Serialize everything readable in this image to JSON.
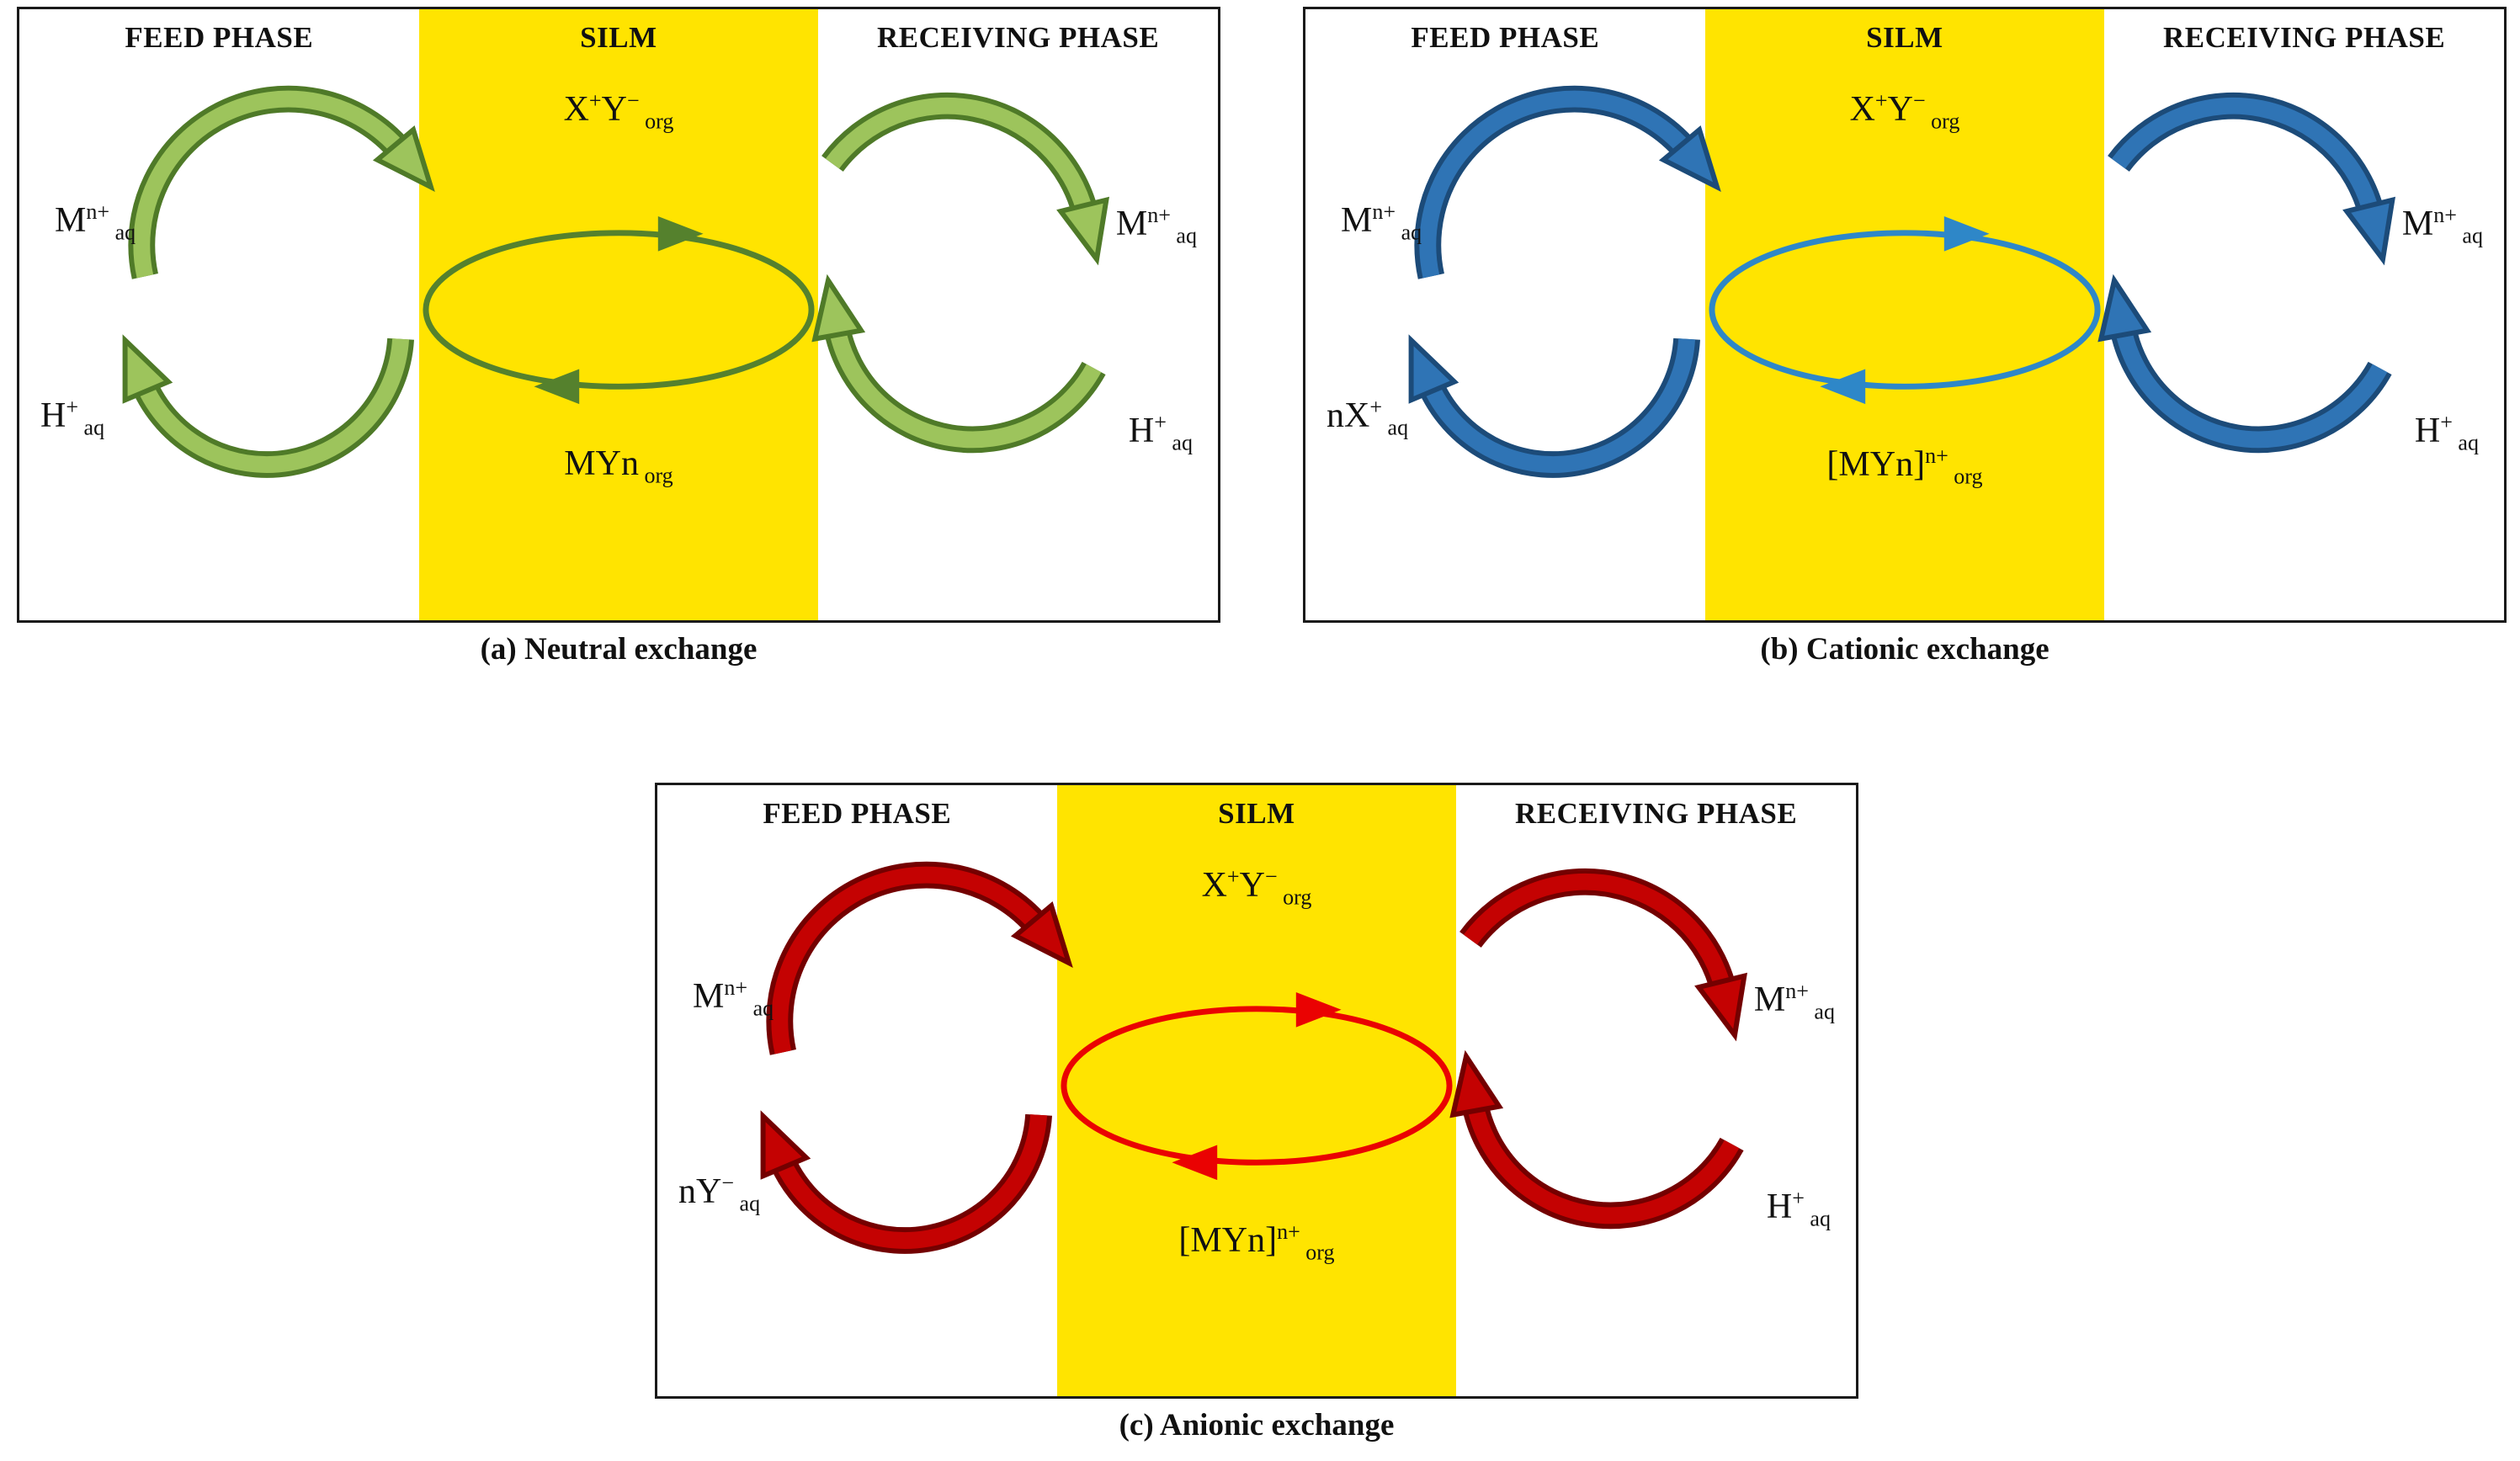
{
  "panels": [
    {
      "caption": "(a) Neutral exchange",
      "headers": {
        "feed": "FEED PHASE",
        "membrane": "SILM",
        "receiving": "RECEIVING PHASE"
      },
      "labels": {
        "carrier": [
          {
            "t": "X"
          },
          {
            "t": "+",
            "s": "sup"
          },
          {
            "t": "Y"
          },
          {
            "t": "−",
            "s": "sup"
          },
          {
            "t": " org",
            "s": "sub"
          }
        ],
        "complex": [
          {
            "t": "MYn"
          },
          {
            "t": " org",
            "s": "sub"
          }
        ],
        "feed_top": [
          {
            "t": "M"
          },
          {
            "t": "n+",
            "s": "sup"
          },
          {
            "t": " aq",
            "s": "sub"
          }
        ],
        "feed_bottom": [
          {
            "t": "H"
          },
          {
            "t": "+",
            "s": "sup"
          },
          {
            "t": " aq",
            "s": "sub"
          }
        ],
        "receiving_top": [
          {
            "t": "M"
          },
          {
            "t": "n+",
            "s": "sup"
          },
          {
            "t": " aq",
            "s": "sub"
          }
        ],
        "receiving_bottom": [
          {
            "t": "H"
          },
          {
            "t": "+",
            "s": "sup"
          },
          {
            "t": " aq",
            "s": "sub"
          }
        ]
      },
      "colors": {
        "membrane": "#ffe400",
        "arrow_fill": "#9dc45c",
        "arrow_outline": "#4f7a28",
        "cycle": "#55812d"
      }
    },
    {
      "caption": "(b) Cationic exchange",
      "headers": {
        "feed": "FEED PHASE",
        "membrane": "SILM",
        "receiving": "RECEIVING PHASE"
      },
      "labels": {
        "carrier": [
          {
            "t": "X"
          },
          {
            "t": "+",
            "s": "sup"
          },
          {
            "t": "Y"
          },
          {
            "t": "−",
            "s": "sup"
          },
          {
            "t": " org",
            "s": "sub"
          }
        ],
        "complex": [
          {
            "t": "[MYn]"
          },
          {
            "t": "n+",
            "s": "sup"
          },
          {
            "t": " org",
            "s": "sub"
          }
        ],
        "feed_top": [
          {
            "t": "M"
          },
          {
            "t": "n+",
            "s": "sup"
          },
          {
            "t": " aq",
            "s": "sub"
          }
        ],
        "feed_bottom": [
          {
            "t": "nX"
          },
          {
            "t": "+",
            "s": "sup"
          },
          {
            "t": " aq",
            "s": "sub"
          }
        ],
        "receiving_top": [
          {
            "t": "M"
          },
          {
            "t": "n+",
            "s": "sup"
          },
          {
            "t": " aq",
            "s": "sub"
          }
        ],
        "receiving_bottom": [
          {
            "t": "H"
          },
          {
            "t": "+",
            "s": "sup"
          },
          {
            "t": " aq",
            "s": "sub"
          }
        ]
      },
      "colors": {
        "membrane": "#ffe400",
        "arrow_fill": "#2f74b5",
        "arrow_outline": "#1c4b79",
        "cycle": "#2e87c8"
      }
    },
    {
      "caption": "(c) Anionic exchange",
      "headers": {
        "feed": "FEED PHASE",
        "membrane": "SILM",
        "receiving": "RECEIVING PHASE"
      },
      "labels": {
        "carrier": [
          {
            "t": "X"
          },
          {
            "t": "+",
            "s": "sup"
          },
          {
            "t": "Y"
          },
          {
            "t": "−",
            "s": "sup"
          },
          {
            "t": " org",
            "s": "sub"
          }
        ],
        "complex": [
          {
            "t": "[MYn]"
          },
          {
            "t": "n+",
            "s": "sup"
          },
          {
            "t": " org",
            "s": "sub"
          }
        ],
        "feed_top": [
          {
            "t": "M"
          },
          {
            "t": "n+",
            "s": "sup"
          },
          {
            "t": " aq",
            "s": "sub"
          }
        ],
        "feed_bottom": [
          {
            "t": "nY"
          },
          {
            "t": "−",
            "s": "sup"
          },
          {
            "t": " aq",
            "s": "sub"
          }
        ],
        "receiving_top": [
          {
            "t": "M"
          },
          {
            "t": "n+",
            "s": "sup"
          },
          {
            "t": " aq",
            "s": "sub"
          }
        ],
        "receiving_bottom": [
          {
            "t": "H"
          },
          {
            "t": "+",
            "s": "sup"
          },
          {
            "t": " aq",
            "s": "sub"
          }
        ]
      },
      "colors": {
        "membrane": "#ffe400",
        "arrow_fill": "#c40202",
        "arrow_outline": "#740000",
        "cycle": "#ea0202"
      }
    }
  ]
}
